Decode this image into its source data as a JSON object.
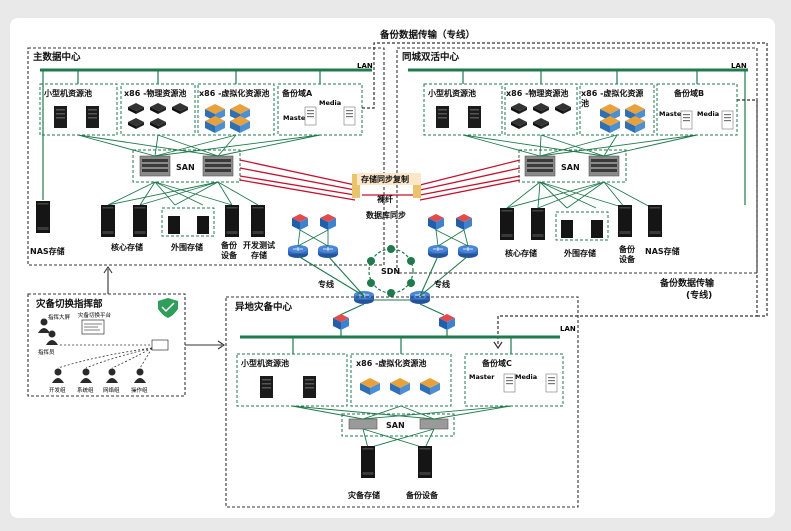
{
  "header": {
    "backup_transfer_top": "备份数据传输（专线）",
    "backup_transfer_right_1": "备份数据传输",
    "backup_transfer_right_2": "(专线)"
  },
  "main_dc": {
    "title": "主数据中心",
    "lan": "LAN",
    "pools": [
      "小型机资源池",
      "x86 -物理资源池",
      "x86 -虚拟化资源池",
      "备份域A"
    ],
    "master": "Master",
    "media": "Media",
    "san": "SAN",
    "storages": [
      "NAS存储",
      "核心存储",
      "外围存储",
      "备份",
      "设备",
      "开发测试",
      "存储"
    ]
  },
  "same_city_dc": {
    "title": "同城双活中心",
    "lan": "LAN",
    "pools": [
      "小型机资源池",
      "x86 -物理资源池",
      "x86 -虚拟化资源",
      "池",
      "备份域B"
    ],
    "master": "Master",
    "media": "Media",
    "san": "SAN",
    "storages": [
      "核心存储",
      "外围存储",
      "备份",
      "设备",
      "NAS存储"
    ]
  },
  "center_link": {
    "storage_sync": "存储同步复制",
    "bare_fiber": "裸纤",
    "db_sync": "数据库同步",
    "sdn": "SDN",
    "dedicated_left": "专线",
    "dedicated_right": "专线"
  },
  "remote_dc": {
    "title": "异地灾备中心",
    "lan": "LAN",
    "pools": [
      "小型机资源池",
      "x86 -虚拟化资源池",
      "备份域C"
    ],
    "master": "Master",
    "media": "Media",
    "san": "SAN",
    "storages": [
      "灾备存储",
      "备份设备"
    ]
  },
  "command": {
    "title": "灾备切换指挥部",
    "commander": "指挥大屏",
    "platform": "灾备切换平台",
    "leader": "指挥员",
    "teams": [
      "开发组",
      "系统组",
      "网络组",
      "操作组"
    ]
  },
  "colors": {
    "green": "#1f7a4d",
    "red": "#c8102e",
    "dash": "#333333"
  }
}
